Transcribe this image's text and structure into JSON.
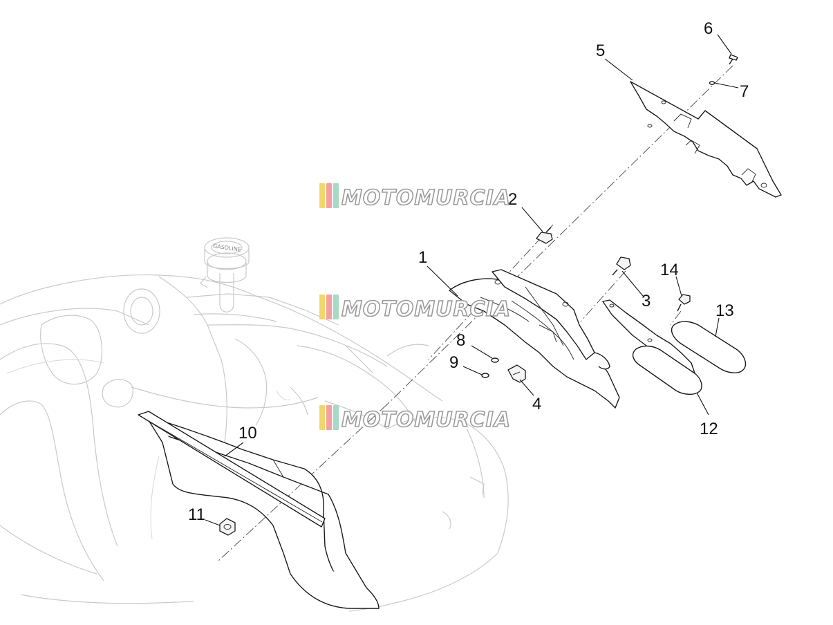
{
  "watermark": {
    "text": "MOTOMURCIA",
    "stripe_colors": [
      "#f2d66b",
      "#f2a0a0",
      "#a9d8c4"
    ]
  },
  "tank_cap": {
    "text": "GASOLINE"
  },
  "callouts": [
    {
      "id": "1",
      "label": "1"
    },
    {
      "id": "2",
      "label": "2"
    },
    {
      "id": "3",
      "label": "3"
    },
    {
      "id": "4",
      "label": "4"
    },
    {
      "id": "5",
      "label": "5"
    },
    {
      "id": "6",
      "label": "6"
    },
    {
      "id": "7",
      "label": "7"
    },
    {
      "id": "8",
      "label": "8"
    },
    {
      "id": "9",
      "label": "9"
    },
    {
      "id": "10",
      "label": "10"
    },
    {
      "id": "11",
      "label": "11"
    },
    {
      "id": "12",
      "label": "12"
    },
    {
      "id": "13",
      "label": "13"
    },
    {
      "id": "14",
      "label": "14"
    }
  ]
}
